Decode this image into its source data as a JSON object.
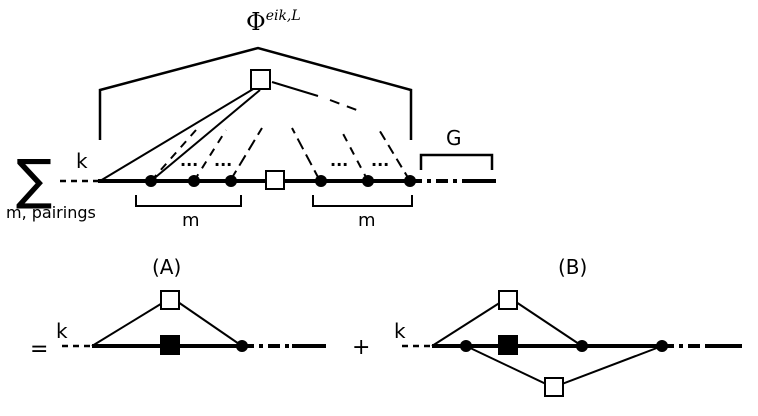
{
  "phi_label": {
    "base": "Φ",
    "superscript": "eik,L"
  },
  "g_label": "G",
  "k_label": "k",
  "sum_symbol": "∑",
  "sum_subscript": "m, pairings",
  "m_label": "m",
  "dots": "...",
  "panel_a": {
    "label": "(A)",
    "equals": "=",
    "k": "k"
  },
  "panel_b": {
    "label": "(B)",
    "plus": "+",
    "k": "k"
  }
}
